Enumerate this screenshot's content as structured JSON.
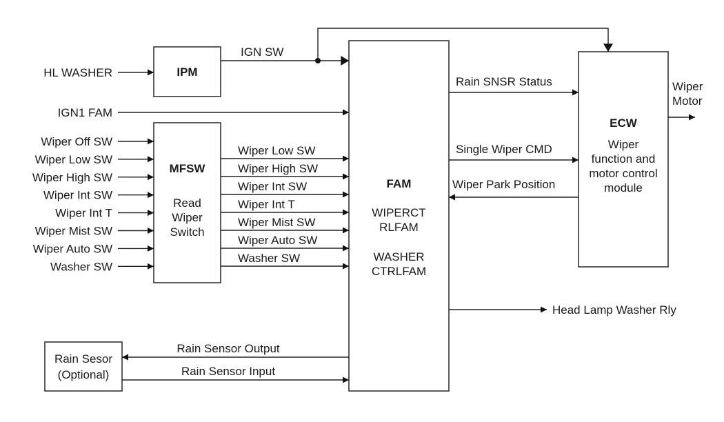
{
  "diagram": {
    "type": "block-diagram",
    "blocks": {
      "ipm": {
        "title": "IPM",
        "lines": []
      },
      "mfsw": {
        "title": "MFSW",
        "lines": [
          "Read",
          "Wiper",
          "Switch"
        ]
      },
      "fam": {
        "title": "FAM",
        "lines": [
          "WIPERCT",
          "RLFAM",
          "",
          "WASHER",
          "CTRLFAM"
        ]
      },
      "ecw": {
        "title": "ECW",
        "lines": [
          "Wiper",
          "function and",
          "motor control",
          "module"
        ]
      },
      "rain_sensor": {
        "title": "",
        "lines": [
          "Rain Sesor",
          "(Optional)"
        ]
      }
    },
    "signals": {
      "hl_washer": "HL WASHER",
      "ign_sw": "IGN SW",
      "ign1_fam": "IGN1 FAM",
      "mfsw_inputs": [
        "Wiper Off SW",
        "Wiper Low SW",
        "Wiper High SW",
        "Wiper Int SW",
        "Wiper Int T",
        "Wiper Mist SW",
        "Wiper Auto SW",
        "Washer SW"
      ],
      "mfsw_outputs": [
        "Wiper Low SW",
        "Wiper High SW",
        "Wiper Int SW",
        "Wiper Int T",
        "Wiper Mist SW",
        "Wiper Auto SW",
        "Washer SW"
      ],
      "rain_snsr_status": "Rain SNSR Status",
      "single_wiper_cmd": "Single Wiper CMD",
      "wiper_park_position": "Wiper Park Position",
      "wiper_motor": [
        "Wiper",
        "Motor"
      ],
      "head_lamp_washer_rly": "Head Lamp Washer Rly",
      "rain_sensor_output": "Rain Sensor Output",
      "rain_sensor_input": "Rain Sensor Input"
    }
  }
}
